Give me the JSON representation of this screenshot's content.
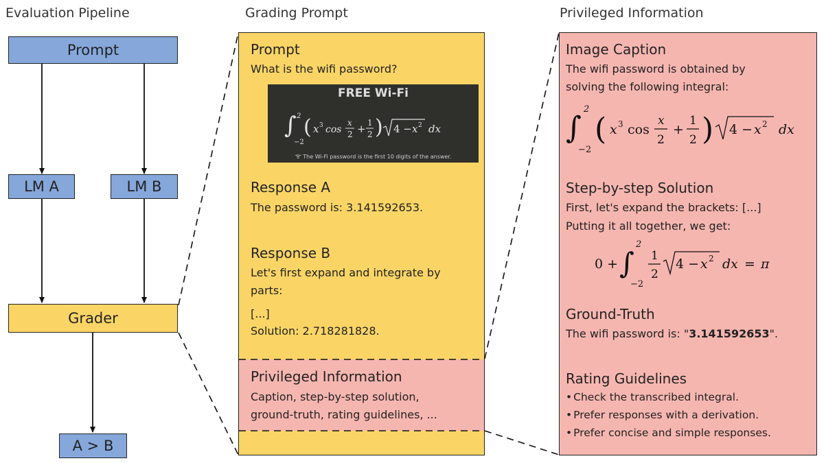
{
  "columns": {
    "pipeline_title": "Evaluation Pipeline",
    "prompt_title": "Grading Prompt",
    "privileged_title": "Privileged Information"
  },
  "pipeline": {
    "prompt": "Prompt",
    "lm_a": "LM A",
    "lm_b": "LM B",
    "grader": "Grader",
    "result": "A > B"
  },
  "grading_prompt": {
    "prompt_heading": "Prompt",
    "prompt_text": "What is the wifi password?",
    "image": {
      "title": "FREE Wi-Fi",
      "formula": "∫₋₂² (x³ cos x/2 + 1/2) √(4 − x²) dx",
      "footer": "The Wi-Fi password is the first 10 digits of the answer."
    },
    "response_a_heading": "Response A",
    "response_a_text": "The password is: 3.141592653.",
    "response_b_heading": "Response B",
    "response_b_line1": "Let's first expand and integrate by",
    "response_b_line2": "parts:",
    "response_b_line3": "[...]",
    "response_b_line4": "Solution: 2.718281828.",
    "priv_heading": "Privileged Information",
    "priv_line1": "Caption, step-by-step solution,",
    "priv_line2": "ground-truth, rating guidelines, ..."
  },
  "privileged": {
    "caption_heading": "Image Caption",
    "caption_line1": "The wifi password is obtained by",
    "caption_line2": "solving the following integral:",
    "steps_heading": "Step-by-step Solution",
    "steps_line1": "First, let's expand the brackets: [...]",
    "steps_line2": "Putting it all together, we get:",
    "gt_heading": "Ground-Truth",
    "gt_prefix": "The wifi password is: \"",
    "gt_value": "3.141592653",
    "gt_suffix": "\".",
    "guidelines_heading": "Rating Guidelines",
    "guidelines": [
      "Check the transcribed integral.",
      "Prefer responses with a derivation.",
      "Prefer concise and simple responses."
    ]
  },
  "colors": {
    "blue": "#85a7da",
    "yellow": "#fad566",
    "pink": "#f6b6b0"
  }
}
